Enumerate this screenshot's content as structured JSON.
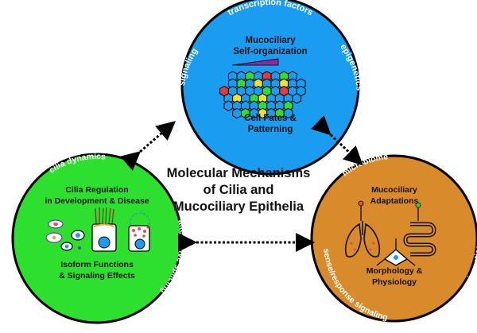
{
  "center_title": {
    "line1": "Molecular Mechanisms",
    "line2": "of Cilia and",
    "line3": "Mucociliary Epithelia"
  },
  "top_circle": {
    "color": "#1a9cf0",
    "arc_top": "transcription factors",
    "arc_left": "signaling",
    "arc_right": "epigenetics",
    "heading_line1": "Mucociliary",
    "heading_line2": "Self-organization",
    "subheading_line1": "Cell Fates &",
    "subheading_line2": "Patterning"
  },
  "left_circle": {
    "color": "#2ee02e",
    "arc_top": "cilia dynamics",
    "arc_left": "protein complexes",
    "arc_right": "alternative splicing",
    "heading_line1": "Cilia Regulation",
    "heading_line2": "in Development & Disease",
    "subheading_line1": "Isoform Functions",
    "subheading_line2": "& Signaling Effects"
  },
  "right_circle": {
    "color": "#d98a2b",
    "arc_top": "microbiome",
    "arc_left": "sense/response signaling",
    "arc_right": "epigenetics",
    "heading_line1": "Mucociliary",
    "heading_line2": "Adaptations",
    "subheading_line1": "Morphology &",
    "subheading_line2": "Physiology"
  }
}
